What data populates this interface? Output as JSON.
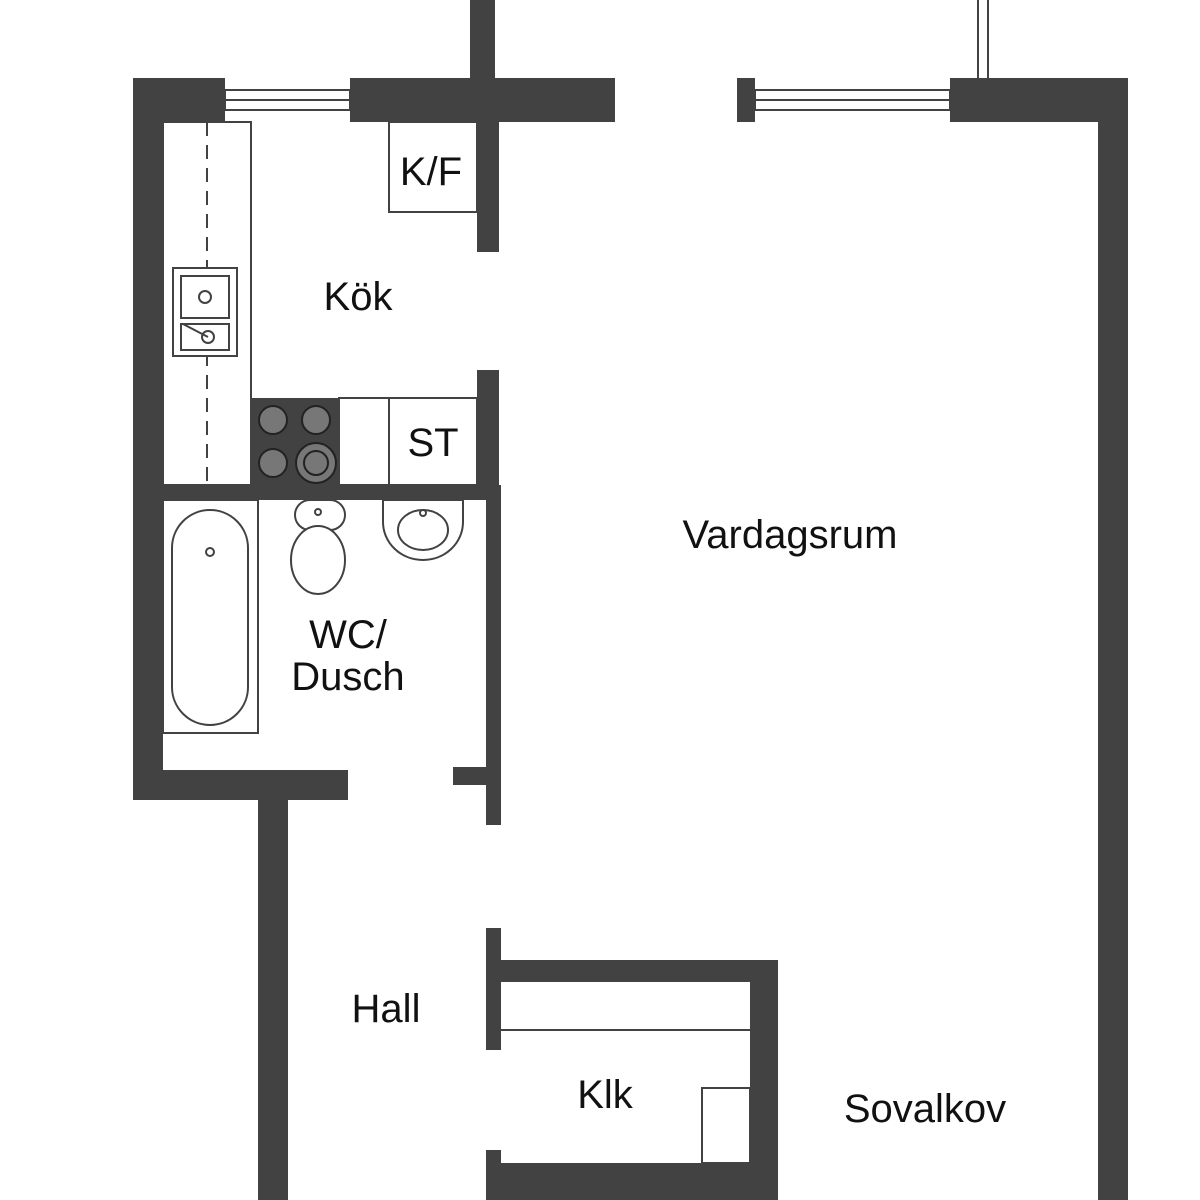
{
  "colors": {
    "wall": "#424242",
    "floor": "#ffffff",
    "text": "#111111"
  },
  "rooms": {
    "kitchen": "Kök",
    "living": "Vardagsrum",
    "bath_line1": "WC/",
    "bath_line2": "Dusch",
    "hall": "Hall",
    "closet": "Klk",
    "sleeping_alcove": "Sovalkov"
  },
  "fixtures": {
    "fridge_freezer": "K/F",
    "wardrobe": "ST"
  }
}
